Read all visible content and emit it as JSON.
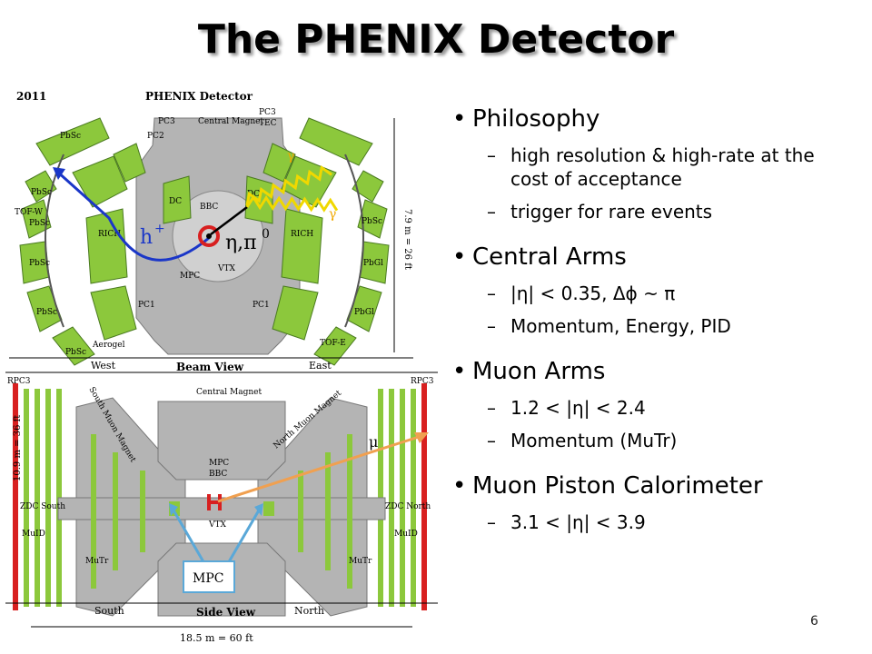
{
  "slide": {
    "title": "The PHENIX Detector",
    "page_number": "6"
  },
  "beam_view": {
    "year": "2011",
    "heading": "PHENIX Detector",
    "labels": {
      "pc3_left": "PC3",
      "pc2_left": "PC2",
      "central_magnet": "Central Magnet",
      "pc3_right": "PC3",
      "tec": "TEC",
      "pbsc_1": "PbSc",
      "pbsc_2": "PbSc",
      "pbsc_3": "PbSc",
      "pbsc_4": "PbSc",
      "pbsc_5": "PbSc",
      "pbsc_6": "PbSc",
      "pbgl_1": "PbGl",
      "pbgl_2": "PbGl",
      "tof_w": "TOF-W",
      "rich_left": "RICH",
      "rich_right": "RICH",
      "dc_left": "DC",
      "dc_right": "DC",
      "bbc": "BBC",
      "mpc": "MPC",
      "vtx": "VTX",
      "pc1_left": "PC1",
      "pc1_right": "PC1",
      "aerogel": "Aerogel",
      "tof_e": "TOF-E",
      "west": "West",
      "beam_view": "Beam View",
      "east": "East",
      "dimension": "7.9 m = 26 ft"
    },
    "overlay": {
      "hadron": "h",
      "hadron_sup": "+",
      "eta_pi": "η,π",
      "eta_pi_sup": "0",
      "gamma": "γ"
    }
  },
  "side_view": {
    "labels": {
      "rpc3_left": "RPC3",
      "rpc3_right": "RPC3",
      "south_muon_magnet": "South Muon Magnet",
      "north_muon_magnet": "North Muon Magnet",
      "central_magnet": "Central Magnet",
      "mpc": "MPC",
      "bbc": "BBC",
      "vtx": "VTX",
      "zdc_south": "ZDC South",
      "zdc_north": "ZDC North",
      "muid_left": "MuID",
      "muid_right": "MuID",
      "mutr_left": "MuTr",
      "mutr_right": "MuTr",
      "south": "South",
      "side_view": "Side View",
      "north": "North",
      "height_dim": "10.9 m = 36 ft",
      "width_dim": "18.5 m = 60 ft"
    },
    "overlay": {
      "mu": "μ",
      "mpc_box": "MPC"
    }
  },
  "bullets": [
    {
      "text": "Philosophy",
      "subs": [
        "high resolution & high-rate at the cost of acceptance",
        "trigger for rare events"
      ]
    },
    {
      "text": "Central Arms",
      "subs": [
        "|η| < 0.35, Δϕ ~ π",
        "Momentum, Energy, PID"
      ]
    },
    {
      "text": "Muon Arms",
      "subs": [
        "1.2 < |η| < 2.4",
        "Momentum (MuTr)"
      ]
    },
    {
      "text": "Muon Piston Calorimeter",
      "subs": [
        "3.1 < |η| < 3.9"
      ]
    }
  ],
  "colors": {
    "detector_green": "#8cc83c",
    "magnet_gray": "#b4b4b4",
    "hadron_track": "#1a36c8",
    "photon": "#f0d800",
    "muon_track": "#f0a050",
    "mpc_arrow": "#5aa8d8",
    "vertex_red": "#d82020"
  }
}
